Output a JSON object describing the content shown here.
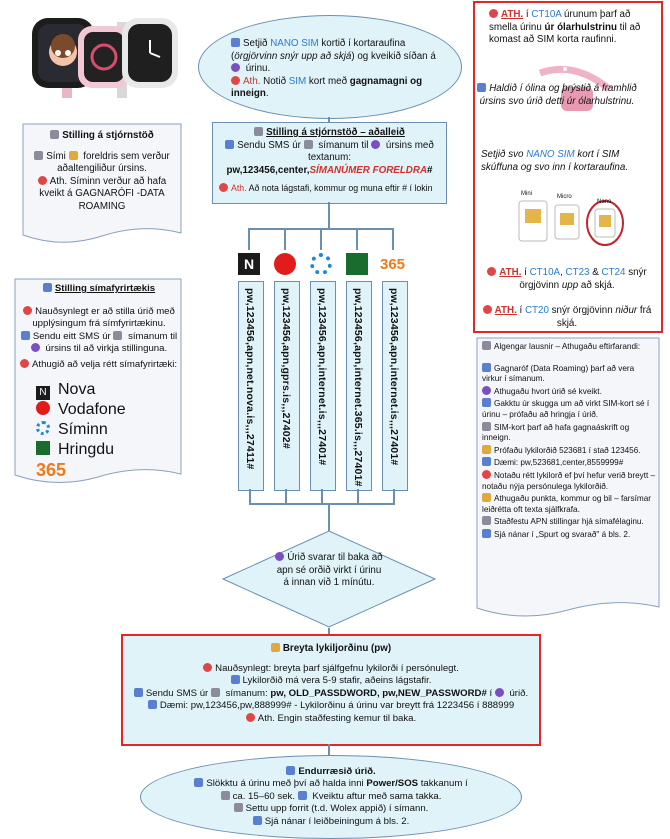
{
  "top_box": {
    "l1a": "Setjið ",
    "l1b": "NANO SIM",
    "l1c": " kortið í kortaraufina (",
    "l1d": "örgjörvinn snýr upp að skjá",
    "l1e": ") og kveikið síðan á ",
    "l1f": " úrinu.",
    "l2a": "Ath.",
    "l2b": " Notið ",
    "l2c": "SIM",
    "l2d": " kort með ",
    "l2e": "gagnamagni og inneign",
    "l2f": "."
  },
  "step1": {
    "title": "Stilling á stjórnstöð – aðalleið",
    "l1": "Sendu SMS úr ",
    "l1b": " símanum til ",
    "l1c": " úrsins með textanum:",
    "cmd_a": "pw,123456,center,",
    "cmd_b": "SÍMANÚMER FORELDRA",
    "cmd_c": "#",
    "note_a": "Ath.",
    "note_b": " Að nota lágstafi, kommur og muna eftir # í lokin"
  },
  "left_doc1": {
    "title": "Stilling á stjórnstöð",
    "l1": "Sími ",
    "l1b": " foreldris sem verður aðaltengiliður úrsins.",
    "l2": "Ath. Síminn verður að hafa kveikt á GAGNARÓFI -DATA ROAMING"
  },
  "left_doc2": {
    "title": "Stilling símafyrirtækis",
    "p1": "Nauðsynlegt er að stilla úrið með upplýsingum frá símfyrirtækinu.",
    "p2a": "Sendu eitt SMS úr ",
    "p2b": " símanum til ",
    "p2c": " úrsins til að virkja stillinguna.",
    "p3": "Athugið að velja rétt símafyrirtæki:",
    "carriers": [
      "Nova",
      "Vodafone",
      "Síminn",
      "Hringdu",
      "365"
    ]
  },
  "apn": [
    "pw,123456,apn,net.nova.is,,,27411#",
    "pw,123456,apn,gprs.is,,,27402#",
    "pw,123456,apn,internet.is,,,27401#",
    "pw,123456,apn,internet.365.is,,,27401#",
    "pw,123456,apn,internet.is,,,27401#"
  ],
  "diamond": {
    "text": "Úrið svarar til baka að apn sé orðið virkt í úrinu á innan við 1 mínútu."
  },
  "right_red": {
    "p1a": "ATH.",
    "p1b": " í ",
    "p1c": "CT10A",
    "p1d": " úrunum þarf að smella úrinu ",
    "p1e": "úr ólarhulstrinu",
    "p1f": " til að komast að SIM korta raufinni.",
    "p2": "Haldið í ólina og þrýstið á framhlið úrsins svo úrið detti úr ólarhulstrinu.",
    "p3a": "Setjið svo ",
    "p3b": "NANO SIM",
    "p3c": " kort í SIM skúffuna og svo inn í kortaraufina.",
    "sim_labels": [
      "Mini",
      "Micro",
      "Nano"
    ],
    "p4a": "ATH.",
    "p4b": " í ",
    "p4c": "CT10A",
    "p4d": ", ",
    "p4e": "CT23",
    "p4f": " & ",
    "p4g": "CT24",
    "p4h": " snýr örgjövinn ",
    "p4i": "upp",
    "p4j": " að skjá.",
    "p5a": "ATH.",
    "p5b": " í ",
    "p5c": "CT20",
    "p5d": " snýr  örgjövinn ",
    "p5e": "niður",
    "p5f": " frá skjá."
  },
  "right_doc": {
    "title": "Algengar lausnir – Athugaðu eftirfarandi:",
    "items": [
      "Gagnaróf (Data Roaming) þarf að vera virkur í símanum.",
      "Athugaðu hvort úrið sé kveikt.",
      "Gakktu úr skugga um að virkt SIM-kort sé í úrinu – prófaðu að hringja í úrið.",
      "SIM-kort þarf að hafa gagnaáskrift og inneign.",
      "Prófaðu lykilorðið 523681 í stað 123456.",
      "Dæmi: pw,523681,center,8559999#",
      "Notaðu rétt lykilorð ef því hefur verið breytt – notaðu nýja persónulega lykilorðið.",
      "Athugaðu punkta, kommur og bil – farsímar leiðrétta oft texta sjálfkrafa.",
      "Staðfestu APN stillingar hjá símafélaginu.",
      "Sjá nánar í „Spurt og svarað\" á bls. 2."
    ]
  },
  "pw_box": {
    "title": "Breyta lykiljorðinu (pw)",
    "l1": "Nauðsynlegt: breyta þarf sjálfgefnu lykilorði í  persónulegt.",
    "l2": "Lykilorðið má vera 5-9 stafir, aðeins lágstafir.",
    "l3a": "Sendu SMS úr ",
    "l3b": " símanum: ",
    "l3c": "pw, OLD_PASSDWORD, pw,NEW_PASSWORD#",
    "l3d": "  í ",
    "l3e": " úrið.",
    "l4": "Dæmi: pw,123456,pw,888999# - Lykilorðinu á úrinu var breytt frá 1223456 í 888999",
    "l5": "Ath. Engin staðfesting kemur til baka."
  },
  "restart": {
    "title": "Endurræsið úrið.",
    "l1a": "Slökktu á úrinu með því að halda inni ",
    "l1b": "Power/SOS",
    "l1c": " takkanum í",
    "l2a": "ca. 15–60 sek. ",
    "l2b": " Kveiktu aftur með sama takka.",
    "l3": "Settu upp forrit (t.d. Wolex appið) í símann.",
    "l4": "Sjá nánar í leiðbeiningum á bls. 2."
  },
  "colors": {
    "accent_blue": "#2b7bd0",
    "red": "#d0312d",
    "box_fill": "#dff3f8",
    "border": "#6b8fb0"
  }
}
